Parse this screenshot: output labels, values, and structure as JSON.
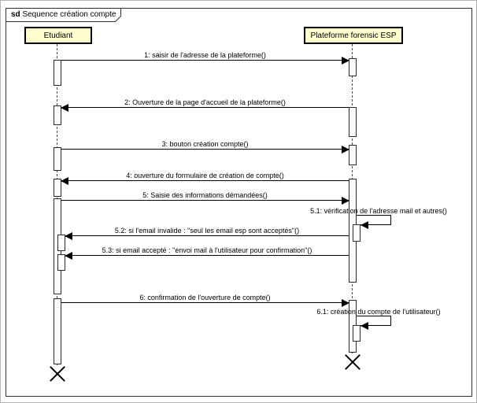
{
  "frame": {
    "keyword": "sd",
    "title": "Sequence création compte"
  },
  "lifelines": {
    "left": {
      "name": "Etudiant"
    },
    "right": {
      "name": "Plateforme forensic ESP"
    }
  },
  "messages": {
    "m1": {
      "label": "1: saisir de l'adresse de la plateforme()",
      "from": "Etudiant",
      "to": "Plateforme forensic ESP",
      "direction": "right"
    },
    "m2": {
      "label": "2: Ouverture de la page d'accueil de la plateforme()",
      "from": "Plateforme forensic ESP",
      "to": "Etudiant",
      "direction": "left"
    },
    "m3": {
      "label": "3: bouton création compte()",
      "from": "Etudiant",
      "to": "Plateforme forensic ESP",
      "direction": "right"
    },
    "m4": {
      "label": "4: ouverture du formulaire de création de compte()",
      "from": "Plateforme forensic ESP",
      "to": "Etudiant",
      "direction": "left"
    },
    "m5": {
      "label": "5: Saisie des informations démandées()",
      "from": "Etudiant",
      "to": "Plateforme forensic ESP",
      "direction": "right"
    },
    "m51": {
      "label": "5.1: vérification de l'adresse mail et autres()",
      "from": "Plateforme forensic ESP",
      "to": "Plateforme forensic ESP",
      "direction": "self"
    },
    "m52": {
      "label": "5.2: si l'email invalide : \"seul les email esp sont acceptés\"()",
      "from": "Plateforme forensic ESP",
      "to": "Etudiant",
      "direction": "left"
    },
    "m53": {
      "label": "5.3: si email accepté : \"envoi mail à l'utilisateur pour confirmation\"()",
      "from": "Plateforme forensic ESP",
      "to": "Etudiant",
      "direction": "left"
    },
    "m6": {
      "label": "6: confirmation de l'ouverture de compte()",
      "from": "Etudiant",
      "to": "Plateforme forensic ESP",
      "direction": "right"
    },
    "m61": {
      "label": "6.1: création du compte de l'utilisateur()",
      "from": "Plateforme forensic ESP",
      "to": "Plateforme forensic ESP",
      "direction": "self"
    }
  },
  "colors": {
    "lifeline_fill": "#fefece",
    "stroke": "#000000",
    "frame_border": "#2f2f2f"
  }
}
